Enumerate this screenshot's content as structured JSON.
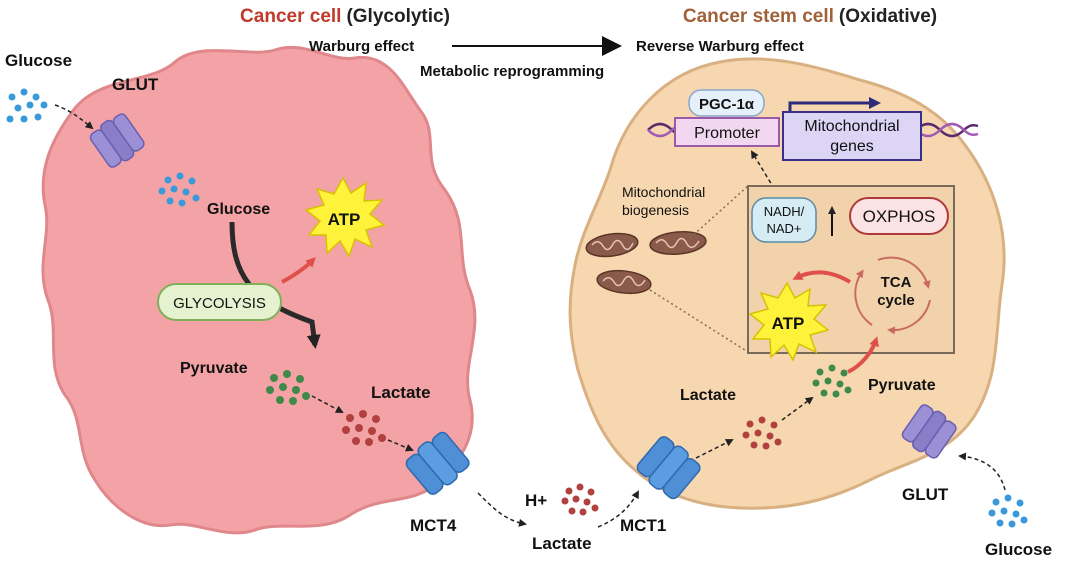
{
  "left_cell": {
    "title_colored": "Cancer cell",
    "title_rest": "(Glycolytic)",
    "glucose_outside": "Glucose",
    "glut": "GLUT",
    "glucose_inside": "Glucose",
    "atp": "ATP",
    "glycolysis": "GLYCOLYSIS",
    "pyruvate": "Pyruvate",
    "lactate": "Lactate",
    "mct4": "MCT4"
  },
  "transition": {
    "from": "Warburg effect",
    "to": "Reverse Warburg effect",
    "caption": "Metabolic reprogramming"
  },
  "between": {
    "hplus": "H+",
    "lactate": "Lactate",
    "mct1": "MCT1"
  },
  "right_cell": {
    "title_colored": "Cancer stem cell",
    "title_rest": "(Oxidative)",
    "pgc": "PGC-1α",
    "promoter": "Promoter",
    "mito_genes_line1": "Mitochondrial",
    "mito_genes_line2": "genes",
    "mito_biogenesis_line1": "Mitochondrial",
    "mito_biogenesis_line2": "biogenesis",
    "nadh_line1": "NADH/",
    "nadh_line2": "NAD+",
    "oxphos": "OXPHOS",
    "tca_line1": "TCA",
    "tca_line2": "cycle",
    "atp": "ATP",
    "lactate": "Lactate",
    "pyruvate": "Pyruvate",
    "glut": "GLUT",
    "glucose": "Glucose"
  },
  "colors": {
    "cancer_cell_fill": "#f3a3a6",
    "cancer_cell_stroke": "#e0878b",
    "stem_cell_fill": "#f6d7b0",
    "stem_cell_stroke": "#d9b081",
    "title_red": "#c0392b",
    "title_brown": "#a0613a",
    "glucose_dots": "#3a9ad9",
    "pyruvate_dots": "#3f8a4a",
    "lactate_dots": "#b0413e",
    "transporter_blue": "#4f8fd6",
    "transporter_purple": "#9b8fd6",
    "atp_yellow": "#fff23a"
  }
}
